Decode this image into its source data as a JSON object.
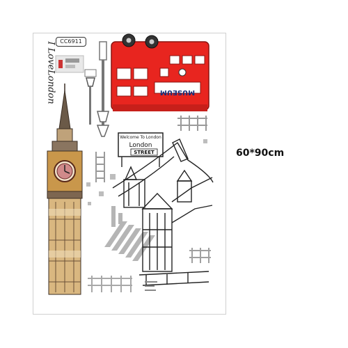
{
  "product": {
    "code": "CC6911",
    "tagline": "I LoveLondon",
    "size": "60*90cm"
  },
  "sign": {
    "line1": "Welcome To London",
    "line2": "London",
    "line3": "STREET"
  },
  "bus": {
    "banner": "MUSEUM"
  },
  "colors": {
    "bus_red": "#e8251f",
    "tower_gold": "#c9974b",
    "tower_dark": "#4a3a2c",
    "gray_elements": "#a8a8a8"
  }
}
